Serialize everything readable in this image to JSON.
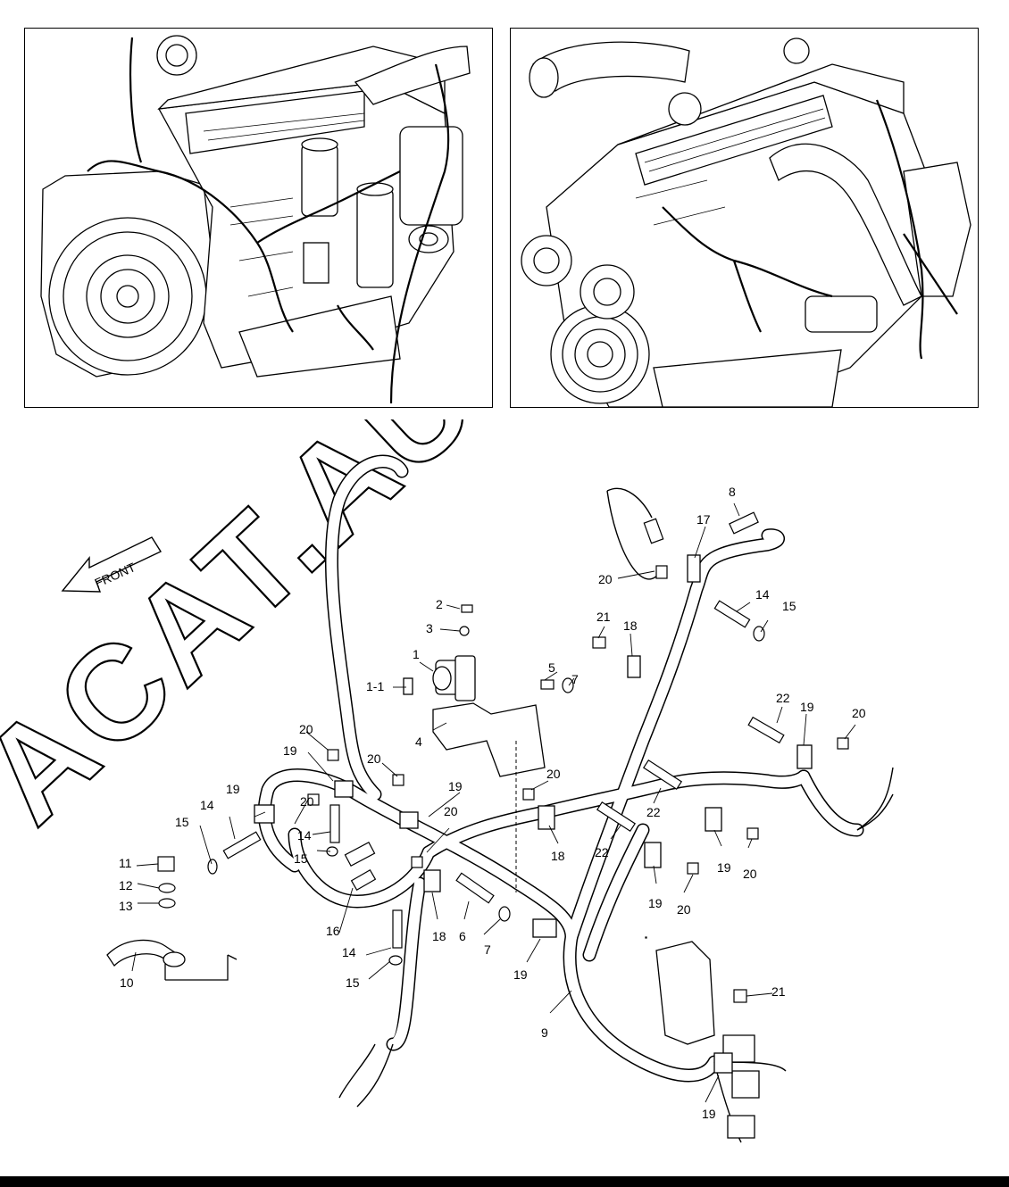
{
  "labels": {
    "front": "FRONT",
    "l1": "1",
    "l1_1": "1-1",
    "l2": "2",
    "l3": "3",
    "l4": "4",
    "l5": "5",
    "l6": "6",
    "l7a": "7",
    "l7b": "7",
    "l8": "8",
    "l9": "9",
    "l10": "10",
    "l11": "11",
    "l12": "12",
    "l13": "13",
    "l14a": "14",
    "l14b": "14",
    "l14c": "14",
    "l14d": "14",
    "l15a": "15",
    "l15b": "15",
    "l15c": "15",
    "l15d": "15",
    "l16": "16",
    "l17": "17",
    "l18a": "18",
    "l18b": "18",
    "l18c": "18",
    "l19a": "19",
    "l19b": "19",
    "l19c": "19",
    "l19d": "19",
    "l19e": "19",
    "l19f": "19",
    "l19g": "19",
    "l19h": "19",
    "l20a": "20",
    "l20b": "20",
    "l20c": "20",
    "l20d": "20",
    "l20e": "20",
    "l20f": "20",
    "l20g": "20",
    "l20h": "20",
    "l20i": "20",
    "l21a": "21",
    "l21b": "21",
    "l22a": "22",
    "l22b": "22",
    "l22c": "22"
  },
  "watermark": "ACAT.AUTODEAL",
  "colors": {
    "line": "#000000",
    "background": "#ffffff",
    "watermark_outline": "#000000"
  }
}
